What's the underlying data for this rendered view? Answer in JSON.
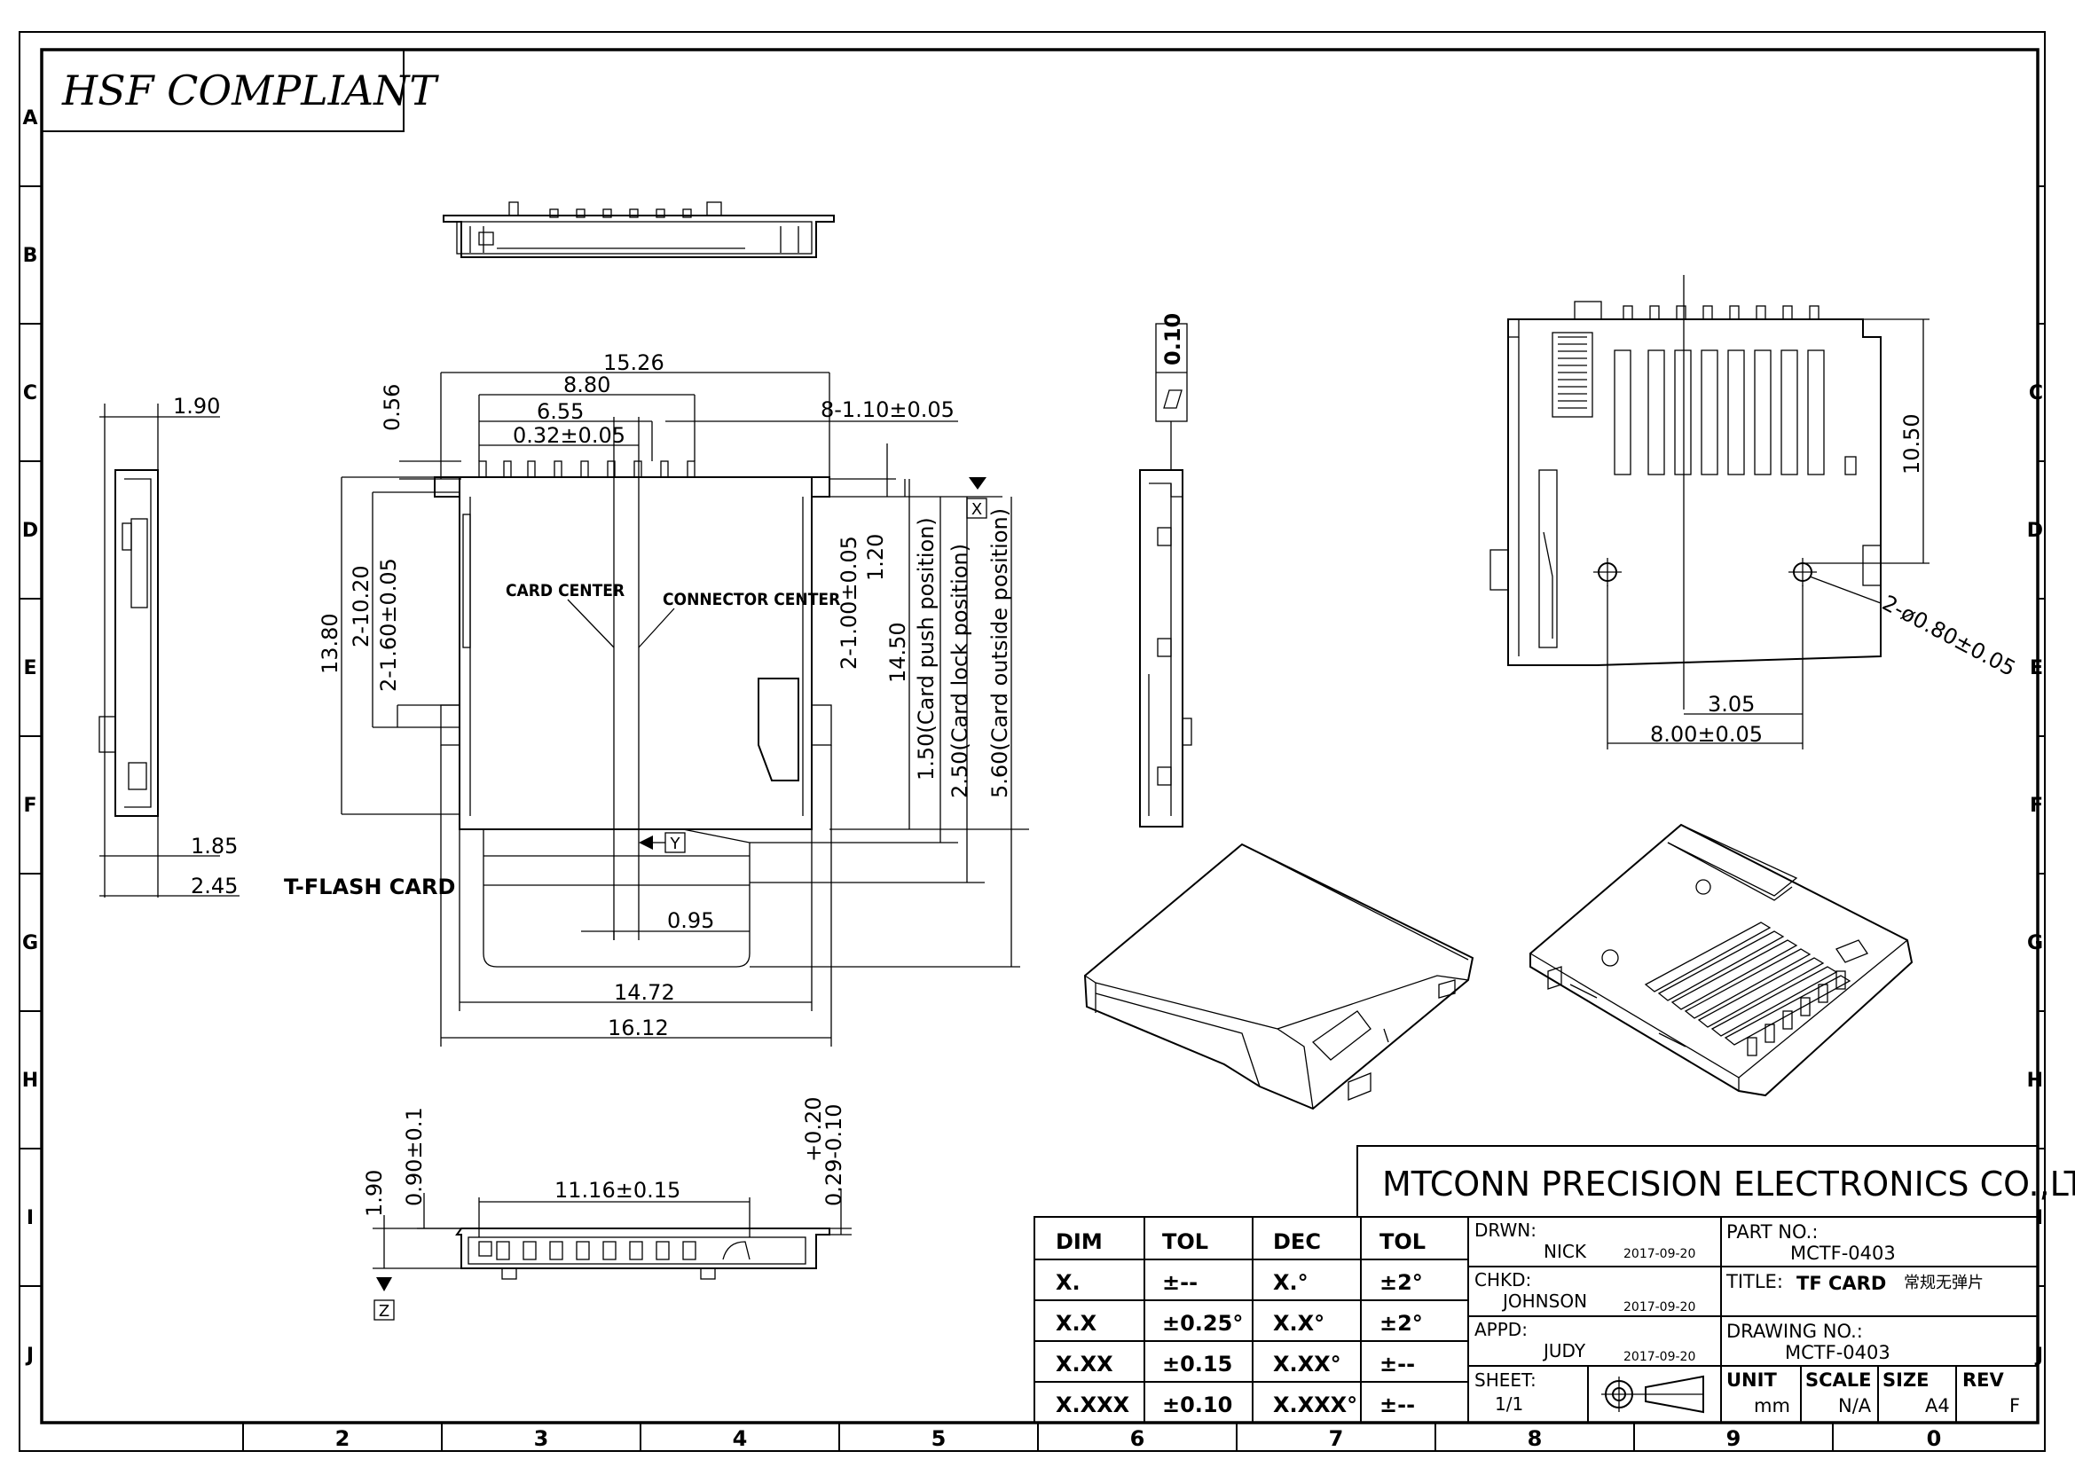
{
  "header": {
    "compliance": "HSF COMPLIANT"
  },
  "zones": {
    "columns": [
      "2",
      "3",
      "4",
      "5",
      "6",
      "7",
      "8",
      "9",
      "0"
    ],
    "rows": [
      "A",
      "B",
      "C",
      "D",
      "E",
      "F",
      "G",
      "H",
      "I",
      "J"
    ]
  },
  "labels": {
    "card_center": "CARD CENTER",
    "connector_center": "CONNECTOR CENTER",
    "tflash_card": "T-FLASH CARD",
    "datum_x": "X",
    "datum_y": "Y",
    "datum_z": "Z",
    "flatness": "0.10"
  },
  "dimensions": {
    "side_1_90": "1.90",
    "side_1_85": "1.85",
    "side_2_45": "2.45",
    "top_15_26": "15.26",
    "top_8_80": "8.80",
    "top_6_55": "6.55",
    "top_0_32": "0.32±0.05",
    "top_0_56": "0.56",
    "top_8_1_10": "8-1.10±0.05",
    "left_13_80": "13.80",
    "left_2_10_20": "2-10.20",
    "left_2_1_60": "2-1.60±0.05",
    "right_2_1_00": "2-1.00±0.05",
    "right_1_20": "1.20",
    "right_14_50": "14.50",
    "right_1_50": "1.50(Card push position)",
    "right_2_50": "2.50(Card lock position)",
    "right_5_60": "5.60(Card outside position)",
    "bottom_0_95": "0.95",
    "bottom_14_72": "14.72",
    "bottom_16_12": "16.12",
    "bot_11_16": "11.16±0.15",
    "bot_1_90": "1.90",
    "bot_0_90": "0.90±0.1",
    "bot_0_29_tol": "+0.20",
    "bot_0_29": "0.29-0.10",
    "rv_10_50": "10.50",
    "rv_3_05": "3.05",
    "rv_8_00": "8.00±0.05",
    "rv_hole": "2-ø0.80±0.05"
  },
  "title_block": {
    "company": "MTCONN PRECISION ELECTRONICS CO.,LTD",
    "tol_headers": [
      "DIM",
      "TOL",
      "DEC",
      "TOL"
    ],
    "tol_rows": [
      [
        "X.",
        "±--",
        "X.°",
        "±2°"
      ],
      [
        "X.X",
        "±0.25°",
        "X.X°",
        "±2°"
      ],
      [
        "X.XX",
        "±0.15",
        "X.XX°",
        "±--"
      ],
      [
        "X.XXX",
        "±0.10",
        "X.XXX°",
        "±--"
      ]
    ],
    "drwn_label": "DRWN:",
    "drwn_name": "NICK",
    "drwn_date": "2017-09-20",
    "chkd_label": "CHKD:",
    "chkd_name": "JOHNSON",
    "chkd_date": "2017-09-20",
    "appd_label": "APPD:",
    "appd_name": "JUDY",
    "appd_date": "2017-09-20",
    "sheet_label": "SHEET:",
    "sheet_value": "1/1",
    "part_no_label": "PART NO.:",
    "part_no": "MCTF-0403",
    "title_label": "TITLE:",
    "title_value": "TF CARD",
    "title_cn": "常规无弹片",
    "drawing_no_label": "DRAWING NO.:",
    "drawing_no": "MCTF-0403",
    "unit_label": "UNIT",
    "unit_value": "mm",
    "scale_label": "SCALE",
    "scale_value": "N/A",
    "size_label": "SIZE",
    "size_value": "A4",
    "rev_label": "REV",
    "rev_value": "F"
  }
}
